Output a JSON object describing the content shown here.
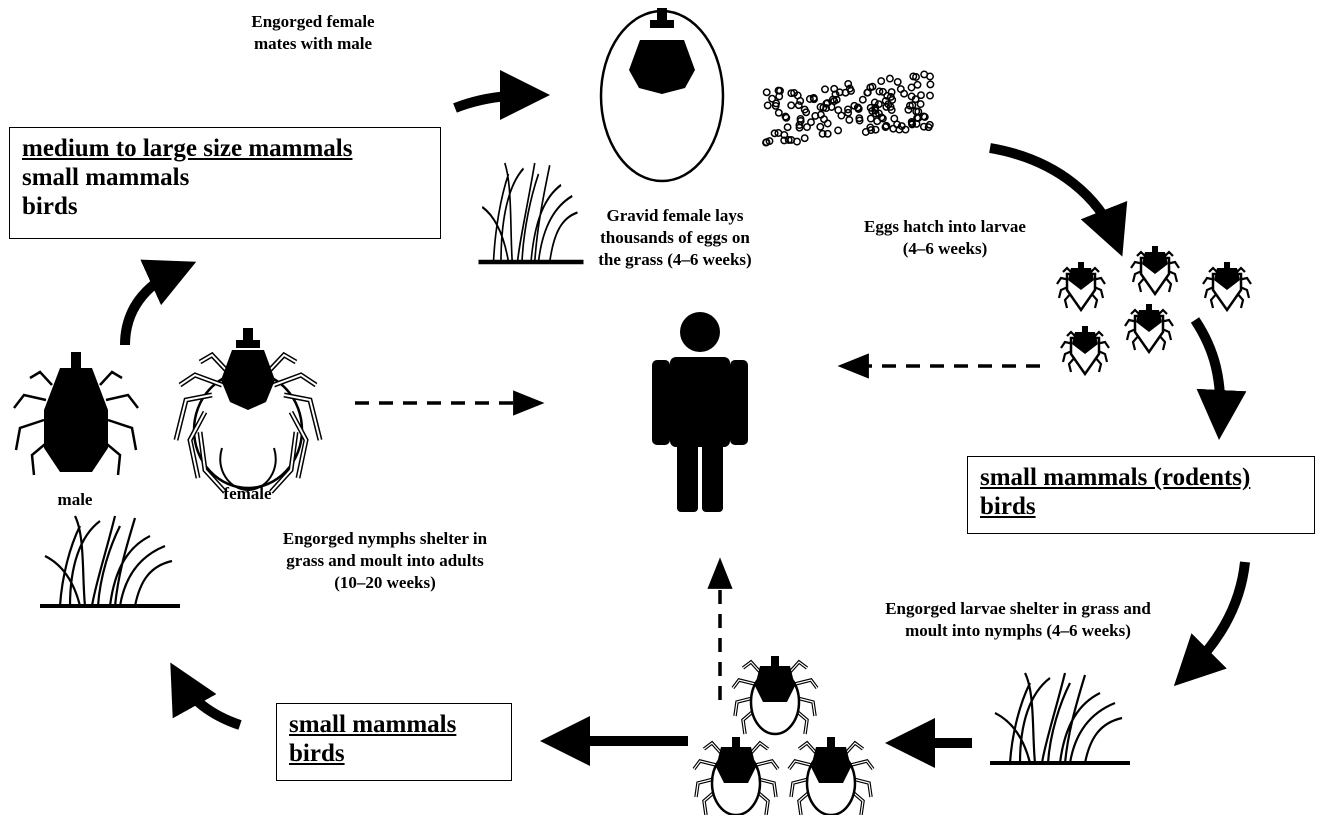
{
  "labels": {
    "mates": [
      "Engorged female",
      "mates with male"
    ],
    "lays": [
      "Gravid female lays",
      "thousands of eggs on",
      "the grass (4–6 weeks)"
    ],
    "hatch": [
      "Eggs hatch into larvae",
      "(4–6 weeks)"
    ],
    "larvae_shelter": [
      "Engorged larvae shelter in grass and",
      "moult into nymphs (4–6 weeks)"
    ],
    "nymphs_shelter": [
      "Engorged nymphs shelter in",
      "grass and moult into adults",
      "(10–20 weeks)"
    ],
    "male": "male",
    "female": "female"
  },
  "hosts": {
    "adult": [
      "medium to large size mammals",
      "small mammals",
      "birds"
    ],
    "larva": [
      "small mammals (rodents)",
      "birds"
    ],
    "nymph": [
      "small mammals",
      "birds"
    ]
  },
  "icons": [
    "engorged-female-tick-icon",
    "egg-cluster-icon",
    "larva-tick-icon",
    "nymph-tick-icon",
    "male-tick-icon",
    "female-tick-icon",
    "human-figure-icon",
    "grass-icon"
  ]
}
